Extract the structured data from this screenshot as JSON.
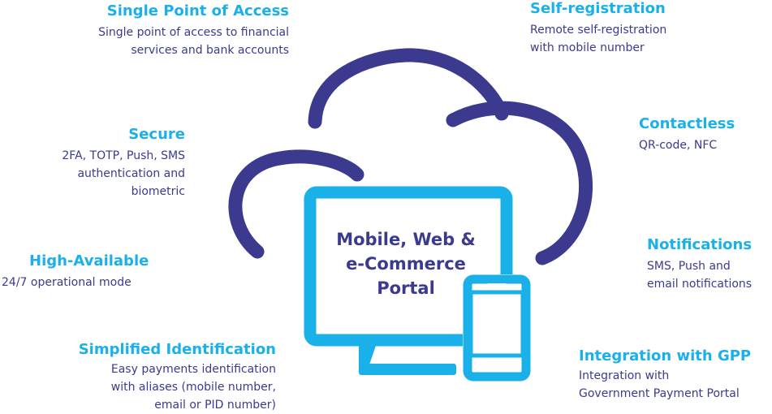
{
  "center": {
    "line1": "Mobile, Web &",
    "line2": "e-Commerce",
    "line3": "Portal"
  },
  "features": {
    "single_point": {
      "title": "Single Point of Access",
      "desc1": "Single point of access to financial",
      "desc2": "services and bank accounts"
    },
    "self_registration": {
      "title": "Self-registration",
      "desc1": "Remote self-registration",
      "desc2": "with mobile number"
    },
    "secure": {
      "title": "Secure",
      "desc1": "2FA, TOTP, Push, SMS",
      "desc2": "authentication and",
      "desc3": "biometric"
    },
    "contactless": {
      "title": "Contactless",
      "desc1": "QR-code, NFC"
    },
    "high_available": {
      "title": "High-Available",
      "desc1": "24/7 operational mode"
    },
    "notifications": {
      "title": "Notifications",
      "desc1": "SMS, Push and",
      "desc2": "email notifications"
    },
    "simplified_identification": {
      "title": "Simplified Identification",
      "desc1": "Easy payments identification",
      "desc2": "with aliases (mobile number,",
      "desc3": "email or PID number)"
    },
    "integration_gpp": {
      "title": "Integration with GPP",
      "desc1": "Integration with",
      "desc2": "Government Payment Portal"
    }
  },
  "colors": {
    "cloud": "#3b3a8f",
    "device": "#1ab0ea",
    "title": "#1ab0ea",
    "text": "#3b3a8f"
  },
  "icons": {
    "cloud": "cloud-icon",
    "monitor": "monitor-icon",
    "phone": "smartphone-icon"
  }
}
